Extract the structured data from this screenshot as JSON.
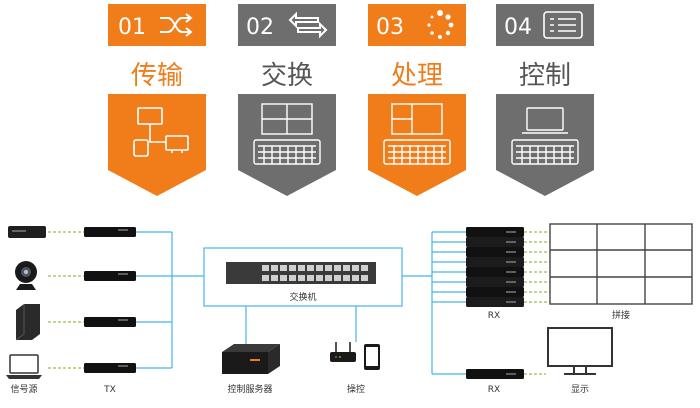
{
  "features": [
    {
      "number": "01",
      "title": "传输",
      "icon": "shuffle-icon",
      "color": "#f07d1a"
    },
    {
      "number": "02",
      "title": "交换",
      "icon": "swap-arrows-icon",
      "color": "#6e6e6e"
    },
    {
      "number": "03",
      "title": "处理",
      "icon": "loading-dots-icon",
      "color": "#f07d1a"
    },
    {
      "number": "04",
      "title": "控制",
      "icon": "settings-list-icon",
      "color": "#6e6e6e"
    }
  ],
  "diagram": {
    "sources_label": "信号源",
    "tx_label": "TX",
    "switch_label": "交换机",
    "server_label": "控制服务器",
    "control_label": "操控",
    "rx_top_label": "RX",
    "videowall_label": "拼接",
    "rx_bottom_label": "RX",
    "display_label": "显示",
    "line_color": "#4ab3e6"
  }
}
